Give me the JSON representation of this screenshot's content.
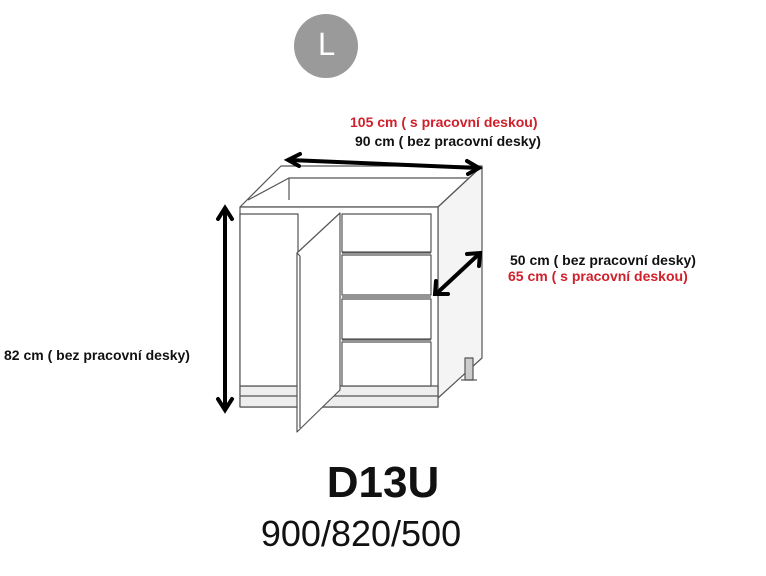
{
  "badge": {
    "letter": "L"
  },
  "dimensions": {
    "width_with_top": "105 cm ( s pracovní deskou)",
    "width_without_top": "90 cm ( bez pracovní desky)",
    "depth_without_top": "50 cm ( bez pracovní desky)",
    "depth_with_top": "65 cm ( s pracovní deskou)",
    "height_without_top": "82 cm  ( bez pracovní desky)"
  },
  "product": {
    "code": "D13U",
    "size": "900/820/500"
  },
  "colors": {
    "badge": "#9a9a9a",
    "accent_red": "#d0202b",
    "text": "#111111",
    "outline": "#555555"
  }
}
